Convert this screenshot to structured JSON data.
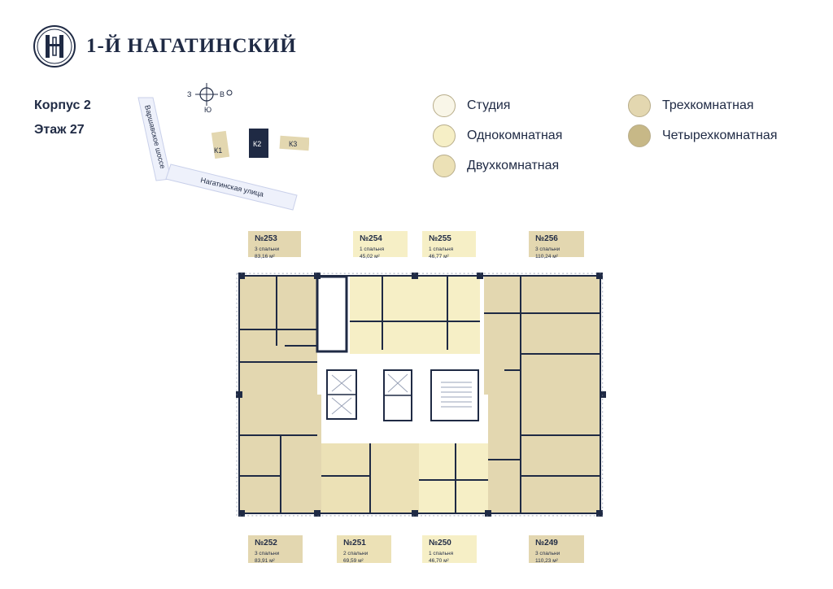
{
  "brand": {
    "name": "1-Й НАГАТИНСКИЙ",
    "logo_icon": "ring-monogram-icon"
  },
  "building": {
    "label": "Корпус 2",
    "floor": "Этаж 27"
  },
  "minimap": {
    "compass": {
      "west": "З",
      "east": "В",
      "south": "Ю",
      "icon": "compass-icon"
    },
    "streets": {
      "highway": "Варшавское шоссе",
      "street": "Нагатинская улица"
    },
    "blocks": [
      {
        "label": "К1",
        "active": false
      },
      {
        "label": "К2",
        "active": true
      },
      {
        "label": "К3",
        "active": false
      }
    ]
  },
  "legend": [
    {
      "label": "Студия",
      "color": "#f9f6e8"
    },
    {
      "label": "Однокомнатная",
      "color": "#f6efc6"
    },
    {
      "label": "Двухкомнатная",
      "color": "#ece1b6"
    },
    {
      "label": "Трехкомнатная",
      "color": "#e3d7b0"
    },
    {
      "label": "Четырехкомнатная",
      "color": "#c7b887"
    }
  ],
  "units": [
    {
      "number": "№253",
      "rooms": "3 спальни",
      "area": "83,16 м²",
      "color": "#e3d7b0"
    },
    {
      "number": "№254",
      "rooms": "1 спальня",
      "area": "45,02 м²",
      "color": "#f6efc6"
    },
    {
      "number": "№255",
      "rooms": "1 спальня",
      "area": "46,77 м²",
      "color": "#f6efc6"
    },
    {
      "number": "№256",
      "rooms": "3 спальни",
      "area": "110,24 м²",
      "color": "#e3d7b0"
    },
    {
      "number": "№252",
      "rooms": "3 спальни",
      "area": "83,91 м²",
      "color": "#e3d7b0"
    },
    {
      "number": "№251",
      "rooms": "2 спальни",
      "area": "69,59 м²",
      "color": "#ece1b6"
    },
    {
      "number": "№250",
      "rooms": "1 спальня",
      "area": "46,70 м²",
      "color": "#f6efc6"
    },
    {
      "number": "№249",
      "rooms": "3 спальни",
      "area": "110,23 м²",
      "color": "#e3d7b0"
    }
  ],
  "colors": {
    "navy": "#1f2a44",
    "wall": "#1f2a44",
    "core": "#ffffff"
  }
}
